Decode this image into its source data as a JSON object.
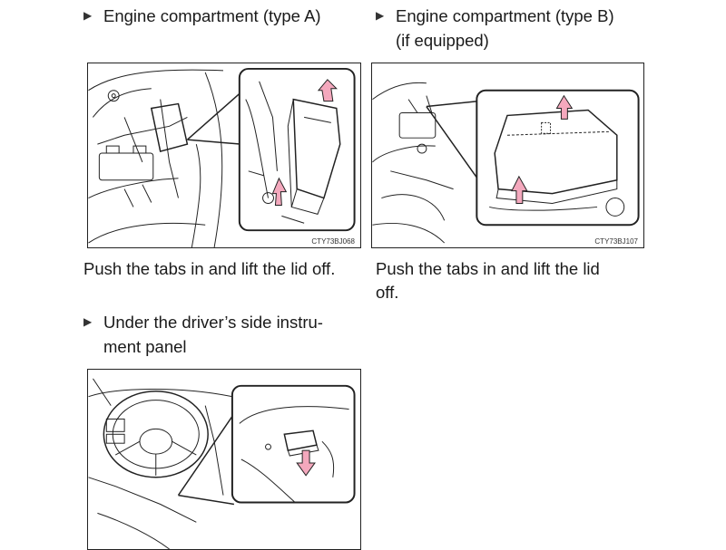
{
  "sections": [
    {
      "heading": "Engine compartment (type A)",
      "figure_code": "CTY73BJ068",
      "caption": "Push the tabs in and lift the lid off."
    },
    {
      "heading_line1": "Engine compartment (type B)",
      "heading_line2": "(if equipped)",
      "figure_code": "CTY73BJ107",
      "caption_line1": "Push the tabs in and lift the lid",
      "caption_line2": "off."
    },
    {
      "heading_line1": "Under the driver’s side instru-",
      "heading_line2": "ment panel"
    }
  ],
  "colors": {
    "arrow_fill": "#f4a8bd",
    "line": "#222222"
  },
  "icons": {
    "bullet": "triangle-right"
  }
}
